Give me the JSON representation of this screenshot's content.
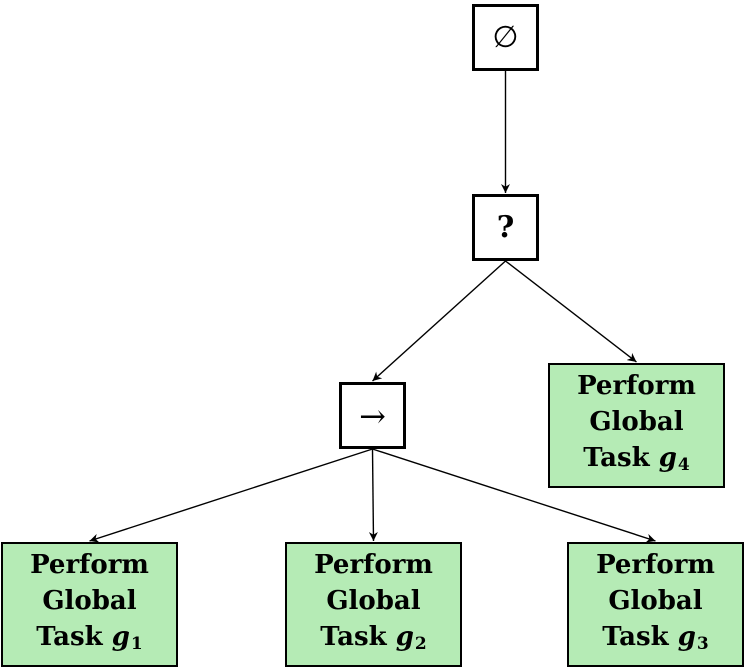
{
  "diagram": {
    "nodes": {
      "root": {
        "kind": "control",
        "symbol": "∅"
      },
      "fallback": {
        "kind": "control",
        "symbol": "?"
      },
      "sequence": {
        "kind": "control",
        "symbol": "→"
      },
      "g4": {
        "kind": "action",
        "line1": "Perform",
        "line2": "Global",
        "line3_prefix": "Task",
        "var": "g",
        "sub": "4"
      },
      "g1": {
        "kind": "action",
        "line1": "Perform",
        "line2": "Global",
        "line3_prefix": "Task",
        "var": "g",
        "sub": "1"
      },
      "g2": {
        "kind": "action",
        "line1": "Perform",
        "line2": "Global",
        "line3_prefix": "Task",
        "var": "g",
        "sub": "2"
      },
      "g3": {
        "kind": "action",
        "line1": "Perform",
        "line2": "Global",
        "line3_prefix": "Task",
        "var": "g",
        "sub": "3"
      }
    },
    "edges": [
      {
        "from": "root",
        "to": "fallback"
      },
      {
        "from": "fallback",
        "to": "sequence"
      },
      {
        "from": "fallback",
        "to": "g4"
      },
      {
        "from": "sequence",
        "to": "g1"
      },
      {
        "from": "sequence",
        "to": "g2"
      },
      {
        "from": "sequence",
        "to": "g3"
      }
    ],
    "colors": {
      "task_fill": "#b5ebb5",
      "stroke": "#000000",
      "background": "#ffffff"
    }
  }
}
